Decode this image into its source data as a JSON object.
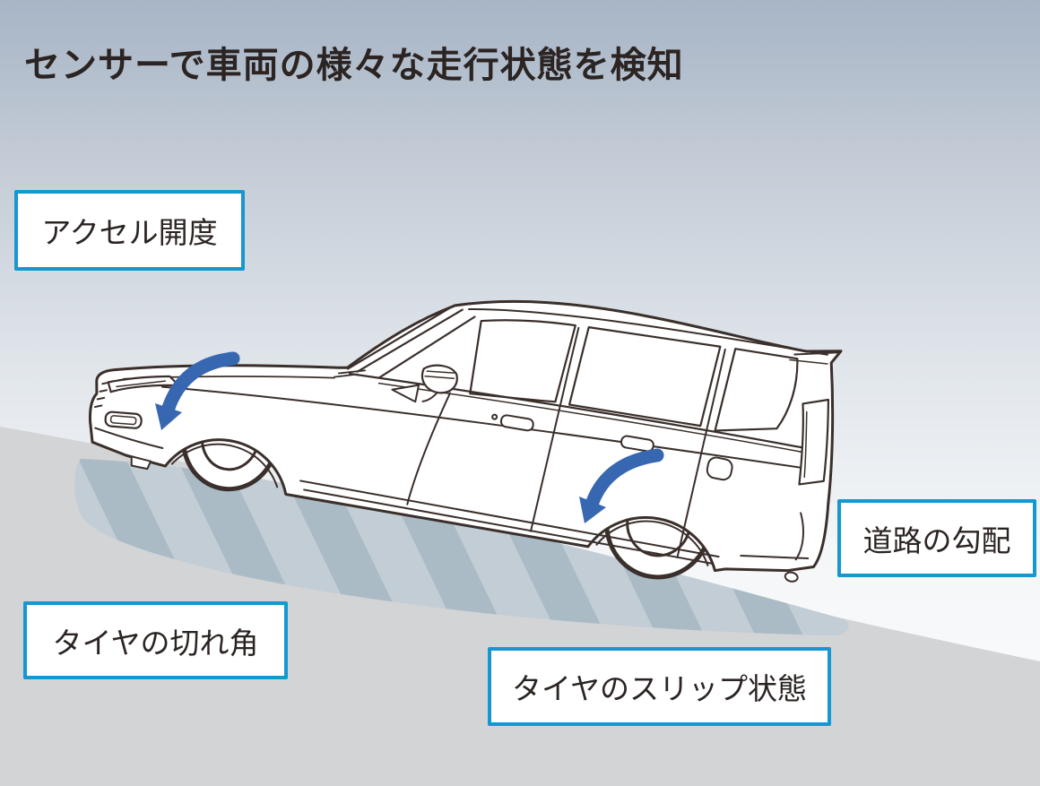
{
  "title": "センサーで車両の様々な走行状態を検知",
  "callouts": {
    "accelerator": {
      "label": "アクセル開度"
    },
    "tire_angle": {
      "label": "タイヤの切れ角"
    },
    "tire_slip": {
      "label": "タイヤのスリップ状態"
    },
    "road_gradient": {
      "label": "道路の勾配"
    }
  },
  "illustration": {
    "vehicle": "minivan-side-view-line-art",
    "front_wheel_arrow": "counter-clockwise-rotation",
    "rear_wheel_arrow": "counter-clockwise-rotation",
    "slope_direction": "road-rises-to-the-left"
  },
  "colors": {
    "accent_blue": "#1697cf",
    "arrow_blue": "#3767b1",
    "line_color": "#3a2f2b",
    "title_color": "#2b2422",
    "ground_gray": "#d3d4d6",
    "embankment_light": "#c2cdd5",
    "embankment_dark": "#aabbc5",
    "sky_top": "#a7b5c6"
  }
}
